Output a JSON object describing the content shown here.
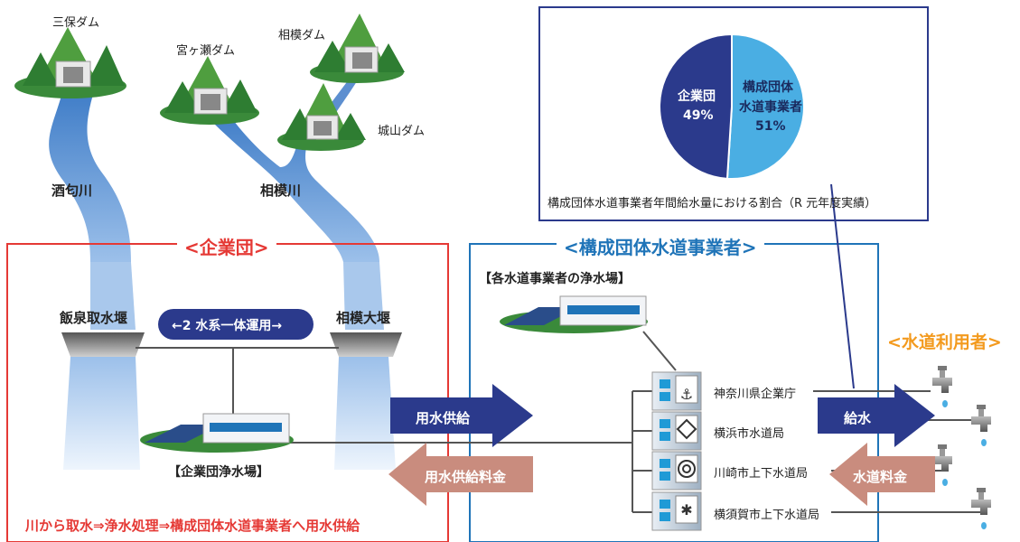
{
  "dams": {
    "miho": "三保ダム",
    "miyagase": "宮ヶ瀬ダム",
    "sagami": "相模ダム",
    "shiroyama": "城山ダム"
  },
  "rivers": {
    "sakawa": "酒匂川",
    "sagami": "相模川"
  },
  "weirs": {
    "iizumi": "飯泉取水堰",
    "sagami": "相模大堰"
  },
  "kigyodan": {
    "title": "<企業団>",
    "operation": "←2 水系一体運用→",
    "plant_label": "【企業団浄水場】",
    "footer": "川から取水⇒浄水処理⇒構成団体水道事業者へ用水供給"
  },
  "members": {
    "title": "<構成団体水道事業者>",
    "plants_label": "【各水道事業者の浄水場】",
    "utilities": [
      "神奈川県企業庁",
      "横浜市水道局",
      "川崎市上下水道局",
      "横須賀市上下水道局"
    ]
  },
  "users": {
    "title": "<水道利用者>"
  },
  "arrows": {
    "supply": "用水供給",
    "supply_fee": "用水供給料金",
    "delivery": "給水",
    "water_fee": "水道料金"
  },
  "pie": {
    "caption": "構成団体水道事業者年間給水量における割合（R 元年度実績）",
    "slices": [
      {
        "label": "企業団",
        "percent": 49,
        "text": "49%",
        "color": "#2b3a8c"
      },
      {
        "label": "構成団体\n水道事業者",
        "percent": 51,
        "text": "51%",
        "color": "#4aaee3"
      }
    ],
    "label_kigyodan": "企業団",
    "value_kigyodan": "49%",
    "label_members_1": "構成団体",
    "label_members_2": "水道事業者",
    "value_members": "51%"
  },
  "colors": {
    "red": "#e53935",
    "blue": "#1f74b8",
    "orange": "#f39a1e",
    "navy": "#2b3a8c",
    "fee": "#c98c7e",
    "green": "#2e7d32",
    "river": "#5d8fd0"
  }
}
